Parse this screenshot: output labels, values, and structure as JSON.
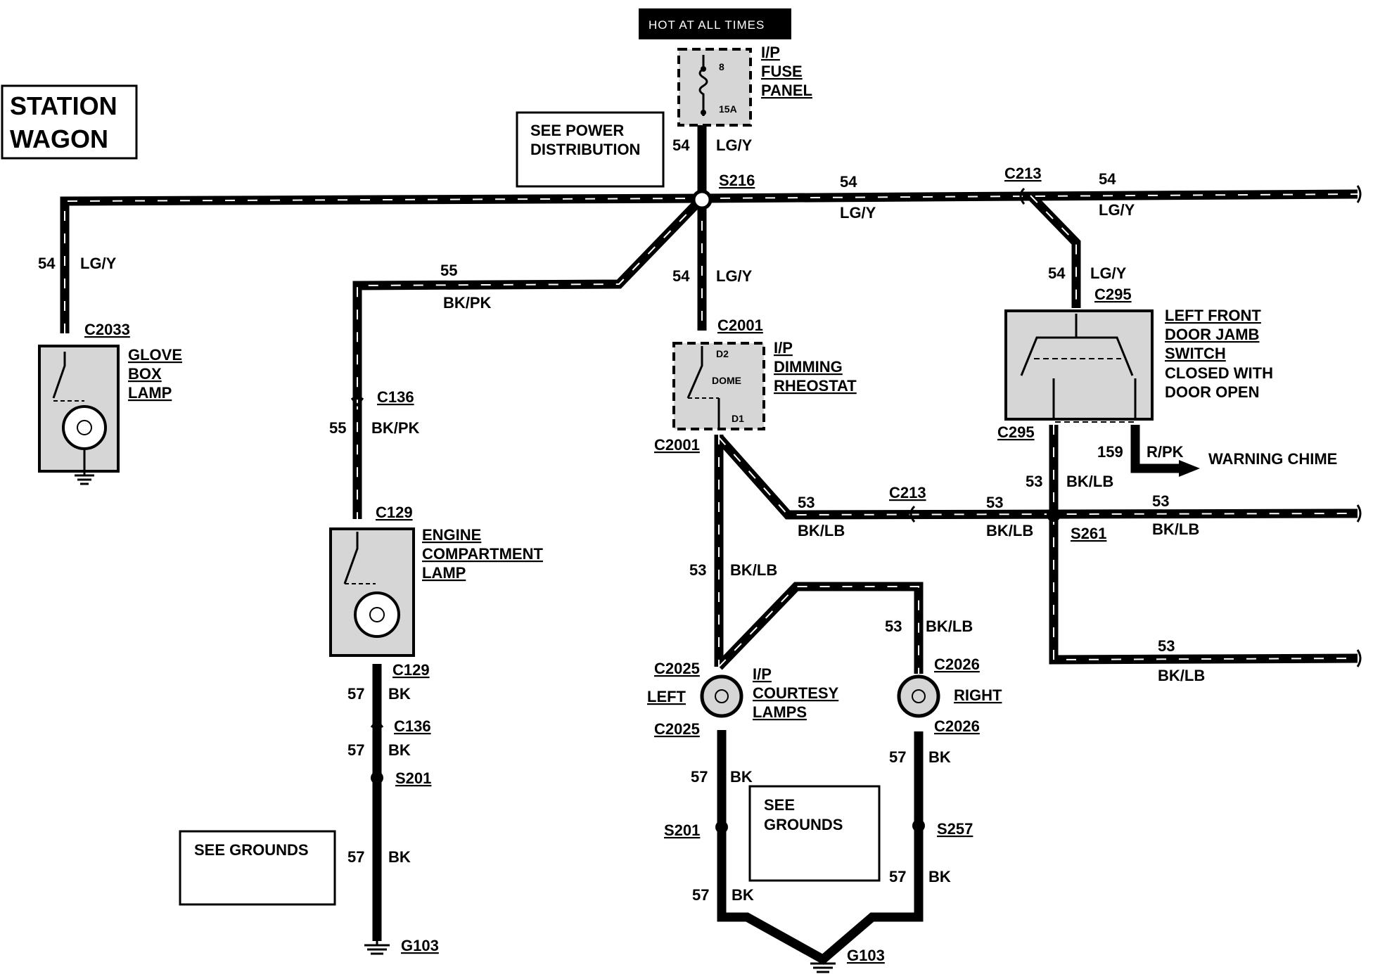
{
  "header": {
    "hot_at_all_times": "HOT AT ALL TIMES"
  },
  "title": {
    "line1": "STATION",
    "line2": "WAGON"
  },
  "fuse_panel": {
    "line1": "I/P",
    "line2": "FUSE",
    "line3": "PANEL",
    "fuse_number": "8",
    "fuse_rating": "15A"
  },
  "see_power": {
    "line1": "SEE POWER",
    "line2": "DISTRIBUTION"
  },
  "see_grounds_left": "SEE GROUNDS",
  "see_grounds_center": {
    "line1": "SEE",
    "line2": "GROUNDS"
  },
  "glove_box": {
    "line1": "GLOVE",
    "line2": "BOX",
    "line3": "LAMP",
    "connector": "C2033"
  },
  "engine_lamp": {
    "line1": "ENGINE",
    "line2": "COMPARTMENT",
    "line3": "LAMP",
    "connector_top": "C129",
    "connector_bottom": "C129"
  },
  "rheostat": {
    "line1": "I/P",
    "line2": "DIMMING",
    "line3": "RHEOSTAT",
    "pin_d2": "D2",
    "pin_dome": "DOME",
    "pin_d1": "D1",
    "connector_top": "C2001",
    "connector_bottom": "C2001"
  },
  "door_switch": {
    "line1": "LEFT FRONT",
    "line2": "DOOR JAMB",
    "line3": "SWITCH",
    "line4": "CLOSED WITH",
    "line5": "DOOR OPEN",
    "connector_top": "C295",
    "connector_bottom": "C295"
  },
  "warning_chime": "WARNING CHIME",
  "courtesy": {
    "line1": "I/P",
    "line2": "COURTESY",
    "line3": "LAMPS",
    "left": "LEFT",
    "right": "RIGHT",
    "left_conn_top": "C2025",
    "left_conn_bottom": "C2025",
    "right_conn_top": "C2026",
    "right_conn_bottom": "C2026"
  },
  "splices": {
    "s216": "S216",
    "s261": "S261",
    "s201_left": "S201",
    "s201_center": "S201",
    "s257": "S257"
  },
  "connectors": {
    "c213_top": "C213",
    "c213_mid": "C213",
    "c136_top": "C136",
    "c136_bottom": "C136"
  },
  "grounds": {
    "g103_left": "G103",
    "g103_center": "G103"
  },
  "wires": {
    "w54": "54",
    "lgy": "LG/Y",
    "w55": "55",
    "bkpk": "BK/PK",
    "w53": "53",
    "bklb": "BK/LB",
    "w57": "57",
    "bk": "BK",
    "w159": "159",
    "rpk": "R/PK"
  }
}
